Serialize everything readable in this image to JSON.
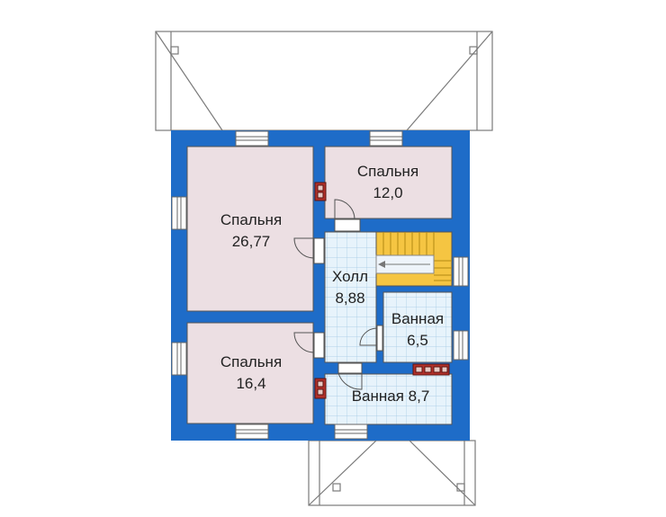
{
  "colors": {
    "wall": "#1e6cc8",
    "bedroom": "#ecdfe3",
    "wet_room": "#d6ecf7",
    "hall": "#eef4fa",
    "stair": "#f5c542",
    "outline": "#7a7a7a",
    "chimney": "#b3312b"
  },
  "rooms": {
    "bedroom_large": {
      "name": "Спальня",
      "area": "26,77"
    },
    "bedroom_top": {
      "name": "Спальня",
      "area": "12,0"
    },
    "bedroom_bottom": {
      "name": "Спальня",
      "area": "16,4"
    },
    "hall": {
      "name": "Холл",
      "area": "8,88"
    },
    "bath_small": {
      "name": "Ванная",
      "area": "6,5"
    },
    "bath_large": {
      "label": "Ванная 8,7"
    }
  }
}
